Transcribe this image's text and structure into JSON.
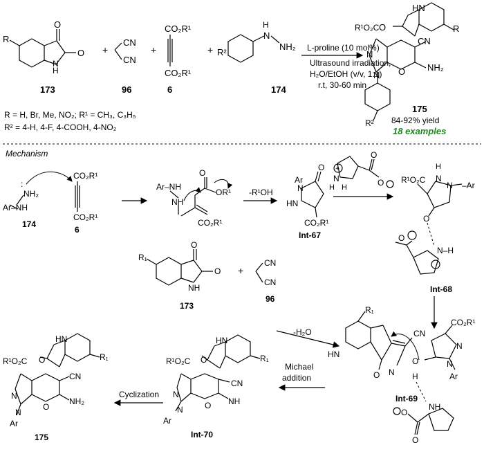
{
  "scheme": {
    "compounds": {
      "isatin": "173",
      "malononitrile": "96",
      "acetylenedicarboxylate": "6",
      "hydrazine": "174",
      "product": "175"
    },
    "conditions": {
      "catalyst": "L-proline (10 mol%)",
      "energy": "Ultrasound irradiation,",
      "solvent": "H₂O/EtOH (v/v, 1:1)",
      "time": "r.t, 30-60 min"
    },
    "yield": "84-92% yield",
    "examples": "18 examples",
    "substituents": {
      "r_line": "R = H, Br, Me, NO₂; R¹ = CH₃, C₃H₅",
      "r2_line": "R² = 4-H, 4-F, 4-COOH, 4-NO₂"
    },
    "plus": "+"
  },
  "mechanism": {
    "heading": "Mechanism",
    "step_elimination": "-R¹OH",
    "step_dehydration": "-H₂O",
    "step_michael_1": "Michael",
    "step_michael_2": "addition",
    "step_cyclization": "Cyclization",
    "intermediates": {
      "int67": "Int-67",
      "int68": "Int-68",
      "int69": "Int-69",
      "int70": "Int-70"
    },
    "compounds": {
      "hydrazine": "174",
      "alkyne": "6",
      "isatin": "173",
      "malononitrile": "96",
      "product": "175"
    }
  },
  "colors": {
    "examples_green": "#1e8a1e"
  }
}
